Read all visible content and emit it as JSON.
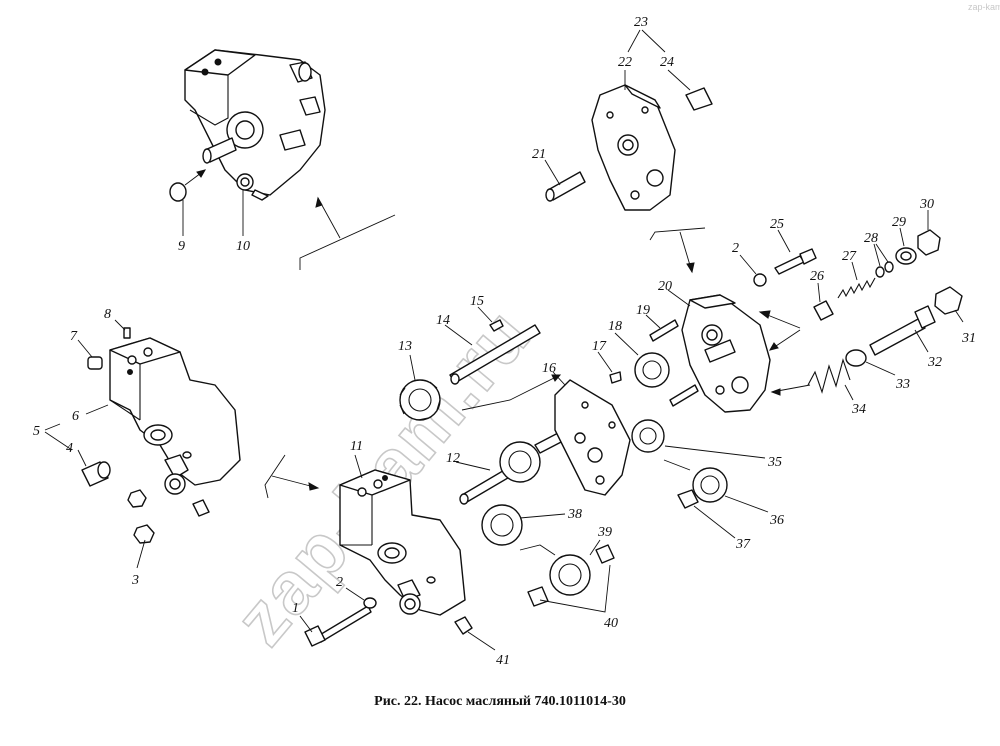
{
  "caption": "Рис. 22. Насос масляный 740.1011014-30",
  "watermark": "zap-kam.ru",
  "watermark_corner": "zap-kam.ru",
  "part_numbers": [
    "1",
    "2",
    "3",
    "4",
    "5",
    "6",
    "7",
    "8",
    "9",
    "10",
    "11",
    "12",
    "13",
    "14",
    "15",
    "16",
    "17",
    "18",
    "19",
    "20",
    "21",
    "22",
    "23",
    "24",
    "25",
    "26",
    "27",
    "28",
    "29",
    "30",
    "31",
    "32",
    "33",
    "34",
    "35",
    "36",
    "37",
    "38",
    "39",
    "40",
    "41"
  ],
  "colors": {
    "ink": "#111111",
    "paper": "#ffffff",
    "watermark": "#c8c8c8"
  }
}
